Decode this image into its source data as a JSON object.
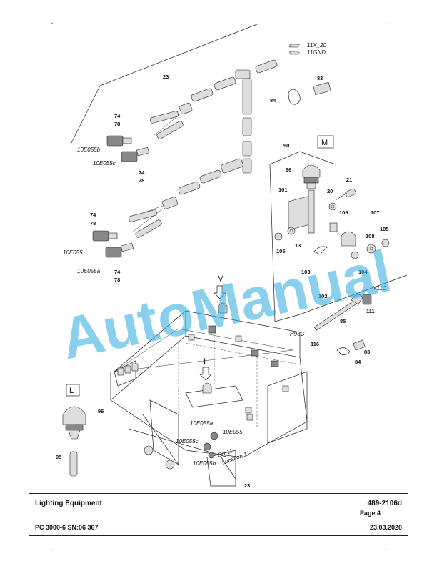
{
  "document": {
    "title": "Lighting Equipment",
    "doc_number": "489-2106d",
    "page": "Page 4",
    "model": "PC 3000-6 SN:06 367",
    "date": "23.03.2020"
  },
  "watermark": "AutoManual",
  "views": {
    "m_box": "M",
    "l_box": "L",
    "m_arrow": "M",
    "l_arrow": "L"
  },
  "callouts": {
    "c23a": "23",
    "c23b": "23",
    "c11x20": "11X_20",
    "c11gnd": "11GND",
    "c83a": "83",
    "c84a": "84",
    "c83b": "83",
    "c84b": "84",
    "c74a": "74",
    "c78a": "78",
    "c74b": "74",
    "c78b": "78",
    "c74c": "74",
    "c78c": "78",
    "c74d": "74",
    "c78d": "78",
    "c10e055b": "10E055b",
    "c10e055c": "10E055c",
    "c10e055": "10E055",
    "c10e055a": "10E055a",
    "c90": "90",
    "c96a": "96",
    "c96b": "96",
    "c21": "21",
    "c101": "101",
    "c20": "20",
    "c106": "106",
    "c107": "107",
    "c105": "105",
    "c108": "108",
    "c105b": "105",
    "c13": "13",
    "c103": "103",
    "c104": "104",
    "c102": "102",
    "cx11c": "X11C",
    "c111": "111",
    "c85": "85",
    "ch93c": "H93C",
    "c116": "116",
    "c95": "95",
    "m10e055a": "10E055a",
    "m10e055": "10E055",
    "m10e055c": "10E055c",
    "m10e055b": "10E055b",
    "ort": "Ort 11",
    "location": "Location 11"
  }
}
